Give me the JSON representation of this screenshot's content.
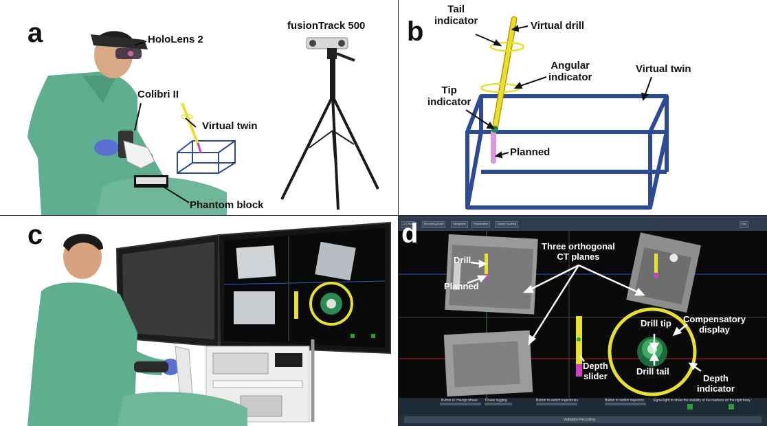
{
  "panels": {
    "a": {
      "label": "a",
      "annotations": {
        "hololens": "HoloLens 2",
        "fusiontrack": "fusionTrack 500",
        "colibri": "Colibri II",
        "virtual_twin": "Virtual twin",
        "phantom": "Phantom block"
      }
    },
    "b": {
      "label": "b",
      "annotations": {
        "tail_line1": "Tail",
        "tail_line2": "indicator",
        "virtual_drill": "Virtual drill",
        "angular_line1": "Angular",
        "angular_line2": "indicator",
        "virtual_twin": "Virtual twin",
        "tip_line1": "Tip",
        "tip_line2": "indicator",
        "planned": "Planned"
      }
    },
    "c": {
      "label": "c"
    },
    "d": {
      "label": "d",
      "annotations": {
        "drill": "Drill",
        "planned": "Planned",
        "ct_line1": "Three orthogonal",
        "ct_line2": "CT planes",
        "drill_tip": "Drill tip",
        "comp_line1": "Compensatory",
        "comp_line2": "display",
        "depth_slider_line1": "Depth",
        "depth_slider_line2": "slider",
        "drill_tail": "Drill tail",
        "depth_ind_line1": "Depth",
        "depth_ind_line2": "indicator"
      },
      "ui": {
        "tabs": [
          "CT-Skel",
          "Monitoring/Data",
          "Navigation",
          "Registration",
          "Compt.Tracking"
        ],
        "exit": "Exit",
        "bottom_labels": [
          "Button to change phase",
          "Phase logging",
          "Button to switch trajectories",
          "Button to switch trajectory",
          "Signal light to show the visibility of the markers on the rigid body"
        ],
        "status": "Validation Recording"
      }
    }
  },
  "colors": {
    "drill_yellow": "#e8e030",
    "planned_magenta": "#d040c0",
    "frame_blue": "#2c4a96",
    "scrub_green": "#5fae8f",
    "ui_dark": "#0a0a0a"
  }
}
